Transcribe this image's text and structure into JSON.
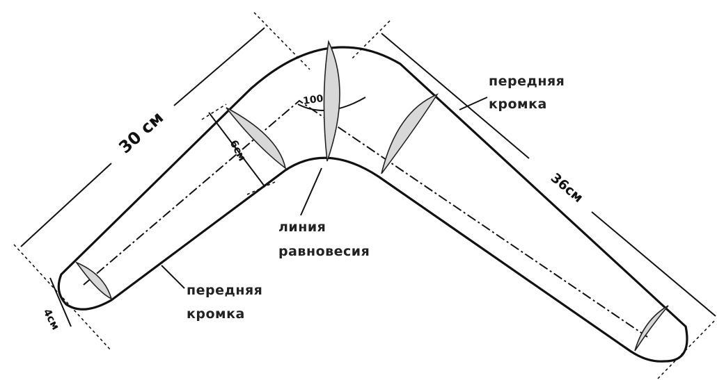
{
  "labels": {
    "leading_edge_right_1": "передняя",
    "leading_edge_right_2": "кромка",
    "leading_edge_left_1": "передняя",
    "leading_edge_left_2": "кромка",
    "balance_line_1": "линия",
    "balance_line_2": "равновесия"
  },
  "dimensions": {
    "left_arm_length": "30 см",
    "right_arm_length": "36см",
    "arm_width": "6см",
    "tip_width": "4см",
    "angle": "100°"
  },
  "colors": {
    "stroke": "#111111",
    "fill": "#ffffff",
    "airfoil": "#d8d8d8"
  }
}
